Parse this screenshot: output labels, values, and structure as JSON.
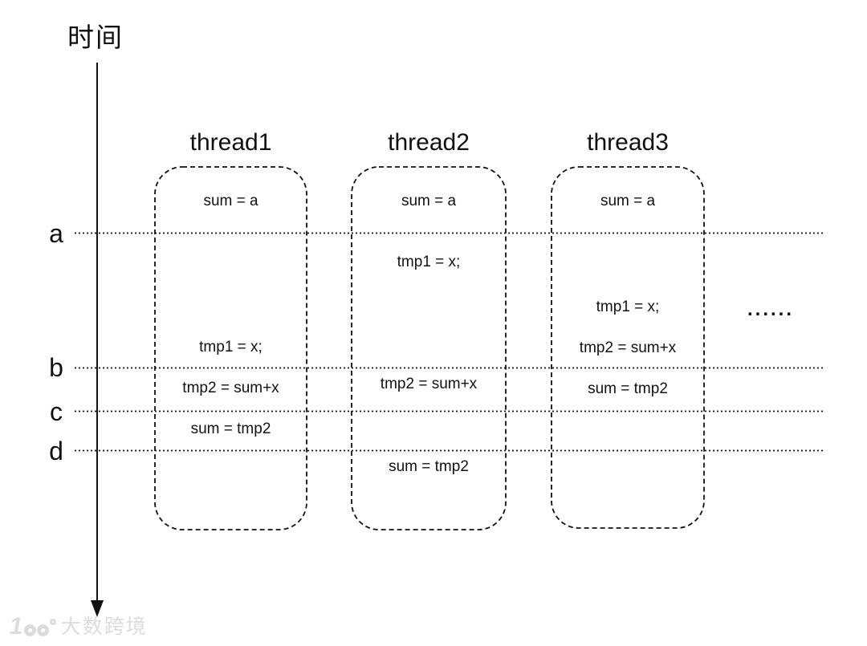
{
  "title": "时间",
  "timeline": {
    "labels": [
      "a",
      "b",
      "c",
      "d"
    ]
  },
  "threads": [
    {
      "name": "thread1",
      "statements": [
        "sum = a",
        "tmp1 = x;",
        "tmp2 = sum+x",
        "sum = tmp2"
      ]
    },
    {
      "name": "thread2",
      "statements": [
        "sum = a",
        "tmp1 = x;",
        "tmp2 = sum+x",
        "sum = tmp2"
      ]
    },
    {
      "name": "thread3",
      "statements": [
        "sum = a",
        "tmp1 = x;",
        "tmp2 = sum+x",
        "sum = tmp2"
      ]
    }
  ],
  "ellipsis": "......",
  "watermark": {
    "logo_digit": "1",
    "brand": "大数跨境"
  },
  "colors": {
    "ink": "#111111",
    "background": "#ffffff",
    "watermark": "#dcdcdc"
  }
}
